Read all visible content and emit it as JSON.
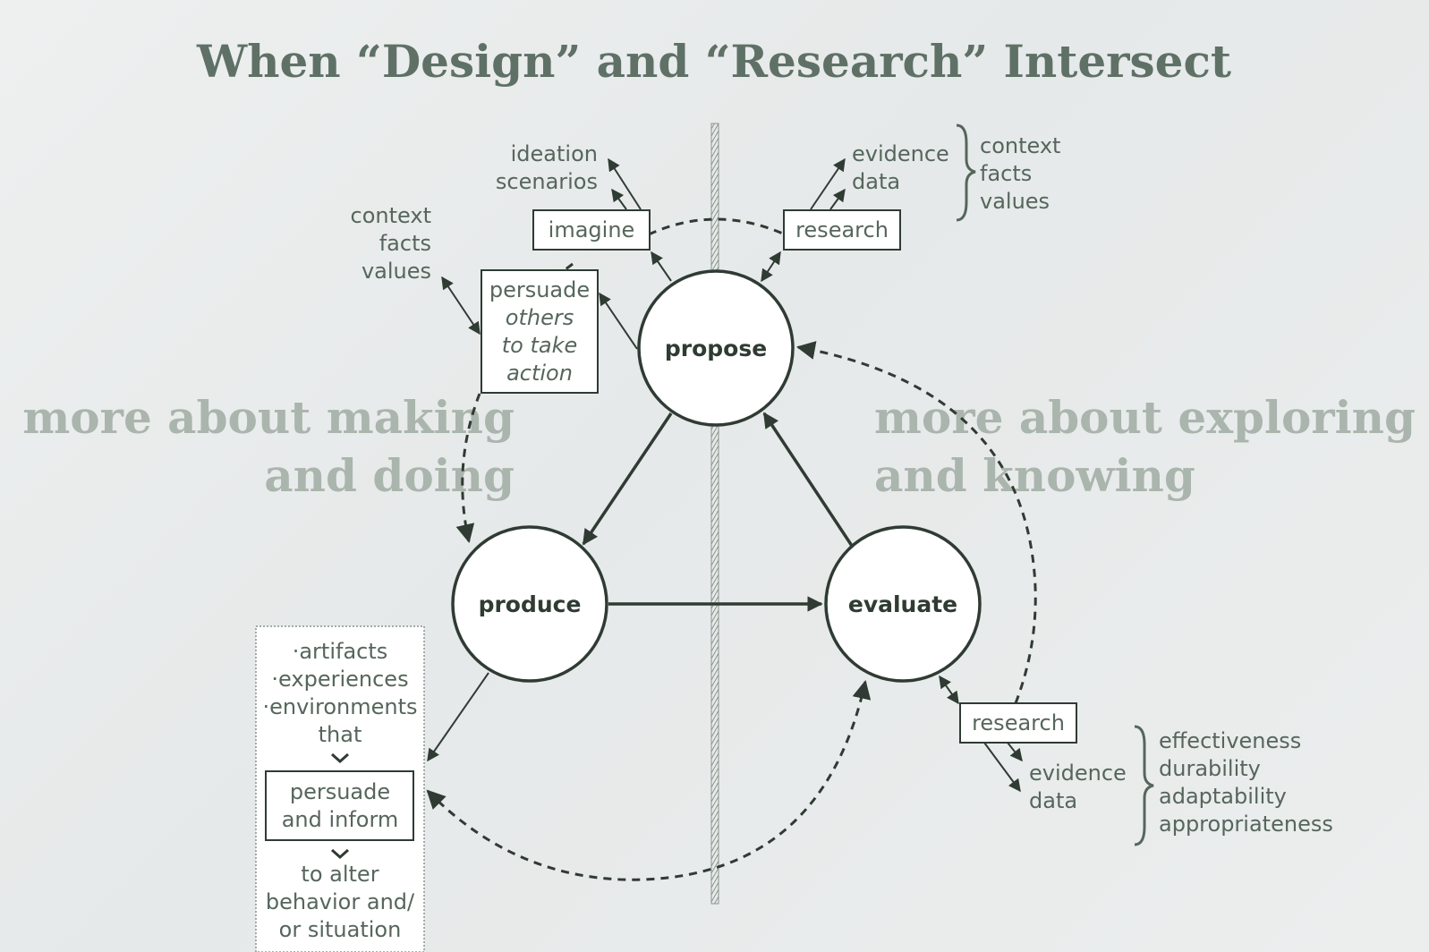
{
  "title": "When “Design” and “Research” Intersect",
  "regions": {
    "making": [
      "more about making",
      "and doing"
    ],
    "exploring": [
      "more about exploring",
      "and knowing"
    ]
  },
  "nodes": {
    "propose": "propose",
    "produce": "produce",
    "evaluate": "evaluate"
  },
  "boxes": {
    "imagine": "imagine",
    "research_top": "research",
    "persuade_line1": "persuade",
    "persuade_italic": [
      "others",
      "to take",
      "action"
    ],
    "research_bottom": "research",
    "persuade_inform": [
      "persuade",
      "and inform"
    ]
  },
  "labels": {
    "ideation": [
      "ideation",
      "scenarios"
    ],
    "evidence_top": [
      "evidence",
      "data"
    ],
    "context_top_right": [
      "context",
      "facts",
      "values"
    ],
    "context_left": [
      "context",
      "facts",
      "values"
    ],
    "evidence_bottom": [
      "evidence",
      "data"
    ],
    "qualities": [
      "effectiveness",
      "durability",
      "adaptability",
      "appropriateness"
    ],
    "outputs": [
      "·artifacts",
      "·experiences",
      "·environments",
      "that"
    ],
    "alter": [
      "to alter",
      "behavior and/",
      "or situation"
    ]
  },
  "colors": {
    "ink": "#2f3b33",
    "label": "#56665c",
    "title": "#5f7166",
    "faint": "#aab5ad"
  }
}
